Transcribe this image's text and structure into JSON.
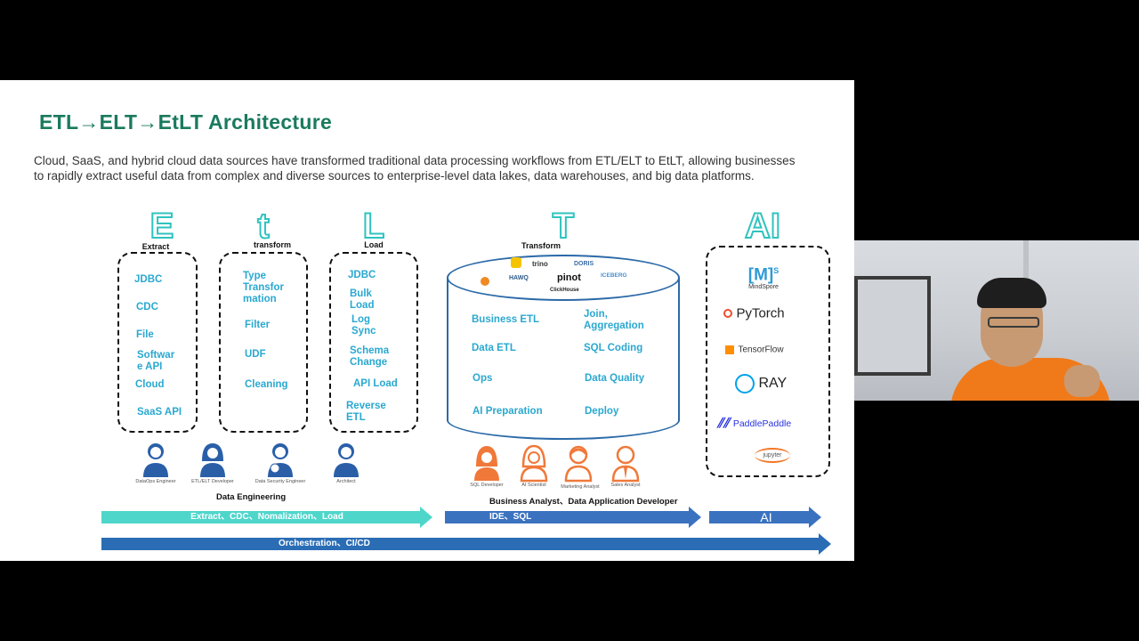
{
  "slide": {
    "title": "ETL→ELT→EtLT Architecture",
    "description": "Cloud, SaaS, and hybrid cloud data sources have transformed traditional data processing workflows from ETL/ELT to EtLT, allowing businesses to rapidly extract useful data from complex and diverse sources to enterprise-level data lakes, data warehouses, and big data platforms."
  },
  "columns": {
    "e": {
      "letter": "E",
      "label": "Extract",
      "items": [
        "JDBC",
        "CDC",
        "File",
        "Softwar\ne API",
        "Cloud",
        "SaaS API"
      ]
    },
    "t": {
      "letter": "t",
      "label": "transform",
      "items": [
        "Type\nTransfor\nmation",
        "Filter",
        "UDF",
        "Cleaning"
      ]
    },
    "l": {
      "letter": "L",
      "label": "Load",
      "items": [
        "JDBC",
        "Bulk\nLoad",
        "Log\nSync",
        "Schema\nChange",
        "API Load",
        "Reverse\nETL"
      ]
    },
    "T": {
      "letter": "T",
      "label": "Transform",
      "items_left": [
        "Business ETL",
        "Data ETL",
        "Ops",
        "AI Preparation"
      ],
      "items_right": [
        "Join,\nAggregation",
        "SQL Coding",
        "Data Quality",
        "Deploy"
      ]
    },
    "ai": {
      "letter": "AI"
    }
  },
  "transform_logos": [
    "trino",
    "DORIS",
    "HAWQ",
    "pinot",
    "ICEBERG",
    "ClickHouse"
  ],
  "ai_logos": {
    "mindspore_mark": "[M]",
    "mindspore_sup": "S",
    "mindspore": "MindSpore",
    "pytorch": "PyTorch",
    "tensorflow": "TensorFlow",
    "ray": "RAY",
    "paddle": "PaddlePaddle",
    "jupyter": "jupyter"
  },
  "people": {
    "engineering": [
      "DataOps Engineer",
      "ETL/ELT Developer",
      "Data Security Engineer",
      "Architect"
    ],
    "business": [
      "SQL Developer",
      "AI Scientist",
      "Marketing Analyst",
      "Sales Analyst"
    ],
    "engineering_group": "Data Engineering",
    "business_group": "Business Analyst、Data Application Developer"
  },
  "arrows": {
    "extract": "Extract、CDC、Nomalization、Load",
    "ide": "IDE、SQL",
    "ai": "AI",
    "orchestration": "Orchestration、CI/CD"
  },
  "colors": {
    "title": "#1a7a5e",
    "teal": "#2fc3bf",
    "item_blue": "#2aa8d0",
    "cylinder": "#2b6aa8",
    "arrow_teal": "#4fd6cb",
    "arrow_blue": "#3b72c0",
    "arrow_dark": "#2a6db5",
    "person_blue": "#2a5fa8",
    "person_orange": "#f0793a"
  }
}
